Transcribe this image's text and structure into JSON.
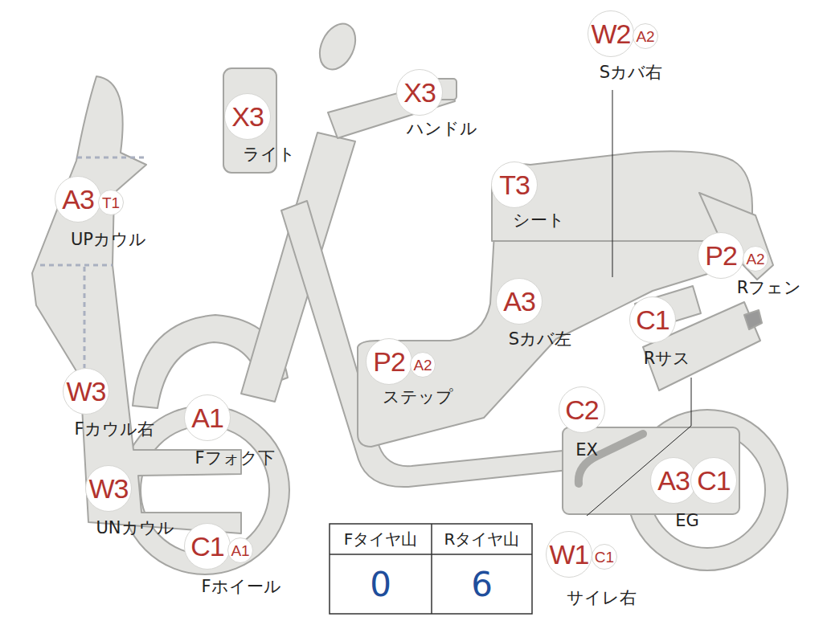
{
  "diagram": {
    "nodes": [
      {
        "text": [
          "W2"
        ]
      },
      {
        "text": [
          "A2"
        ]
      },
      {
        "text": [
          "X3"
        ]
      },
      {
        "text": [
          "X3"
        ]
      },
      {
        "text": [
          "T3"
        ]
      },
      {
        "text": [
          "A3"
        ]
      },
      {
        "text": [
          "T1"
        ]
      },
      {
        "text": [
          "P2"
        ]
      },
      {
        "text": [
          "A2"
        ]
      },
      {
        "text": [
          "A3"
        ]
      },
      {
        "text": [
          "C1"
        ]
      },
      {
        "text": [
          "P2"
        ]
      },
      {
        "text": [
          "A2"
        ]
      },
      {
        "text": [
          "W3"
        ]
      },
      {
        "text": [
          "C2"
        ]
      },
      {
        "text": [
          "A1"
        ]
      },
      {
        "text": [
          "A3"
        ]
      },
      {
        "text": [
          "C1"
        ]
      },
      {
        "text": [
          "W3"
        ]
      },
      {
        "text": [
          "C1"
        ]
      },
      {
        "text": [
          "A1"
        ]
      },
      {
        "text": [
          "W1"
        ]
      },
      {
        "text": [
          "C1"
        ]
      }
    ],
    "labels": [
      "Sカバ右",
      "ハンドル",
      "ライト",
      "シート",
      "UPカウル",
      "Rフェン",
      "Sカバ左",
      "Rサス",
      "ステップ",
      "Fカウル右",
      "EX",
      "Fフォク下",
      "EG",
      "UNカウル",
      "Fホイール",
      "サイレ右",
      "Fタイヤ山",
      "Rタイヤ山",
      "0",
      "6"
    ]
  }
}
